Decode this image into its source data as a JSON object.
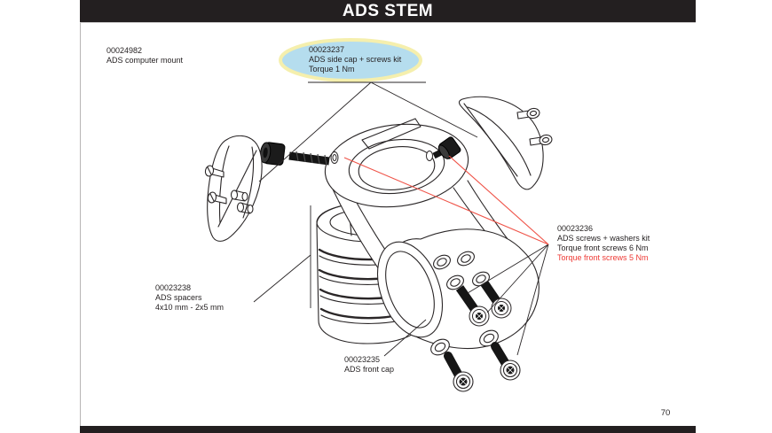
{
  "page": {
    "title": "ADS STEM",
    "page_number": "70"
  },
  "colors": {
    "header_bg": "#231f20",
    "text": "#231f20",
    "red": "#ee3a35",
    "red_line": "#ef5348",
    "highlight_fill": "#b5ddee",
    "highlight_border": "#f5efad"
  },
  "labels": {
    "computer_mount": {
      "code": "00024982",
      "line1": "ADS computer mount"
    },
    "side_cap": {
      "code": "00023237",
      "line1": "ADS side cap + screws kit",
      "line2": "Torque 1 Nm"
    },
    "screws": {
      "code": "00023236",
      "line1": "ADS screws + washers kit",
      "line2": "Torque front screws 6 Nm",
      "line3": "Torque front screws 5 Nm"
    },
    "spacers": {
      "code": "00023238",
      "line1": "ADS spacers",
      "line2": "4x10 mm - 2x5 mm"
    },
    "front_cap": {
      "code": "00023235",
      "line1": "ADS front cap"
    }
  }
}
